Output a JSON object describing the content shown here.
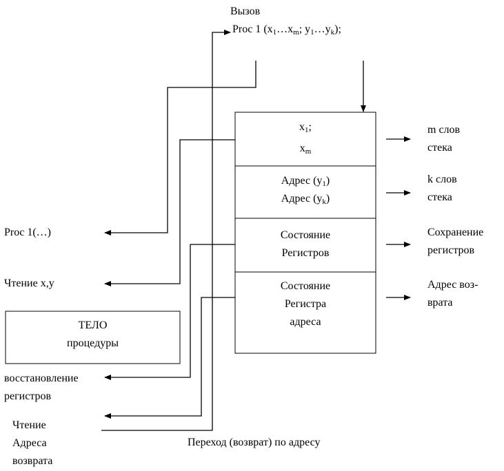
{
  "call": {
    "line1": "Вызов",
    "line2_prefix": "Proc 1 (x",
    "line2_s1": "1",
    "line2_mid1": "…x",
    "line2_s2": "m",
    "line2_mid2": "; y",
    "line2_s3": "1",
    "line2_mid3": "…y",
    "line2_s4": "k",
    "line2_suffix": ");"
  },
  "stack_blocks": {
    "b1": {
      "l1_main": "x",
      "l1_sub": "1",
      "l1_tail": ";",
      "l2_main": "x",
      "l2_sub": "m"
    },
    "b2": {
      "l1_main": "Адрес (y",
      "l1_sub": "1",
      "l1_tail": ")",
      "l2_main": "Адрес (y",
      "l2_sub": "k",
      "l2_tail": ")"
    },
    "b3": {
      "l1": "Состояние",
      "l2": "Регистров"
    },
    "b4": {
      "l1": "Состояние",
      "l2": "Регистра",
      "l3": "адреса"
    }
  },
  "right_labels": {
    "r1": {
      "l1": "m слов",
      "l2": "стека"
    },
    "r2": {
      "l1": "k слов",
      "l2": "стека"
    },
    "r3": {
      "l1": "Сохранение",
      "l2": "регистров"
    },
    "r4": {
      "l1": "Адрес воз-",
      "l2": "врата"
    }
  },
  "left_labels": {
    "proc": "Proc 1(…)",
    "read_xy": "Чтение x,y",
    "body_l1": "ТЕЛО",
    "body_l2": "процедуры",
    "restore_l1": "восстановление",
    "restore_l2": "регистров",
    "read_addr_l1": "Чтение",
    "read_addr_l2": "Адреса",
    "read_addr_l3": "возврата"
  },
  "bottom_label": "Переход (возврат) по адресу"
}
